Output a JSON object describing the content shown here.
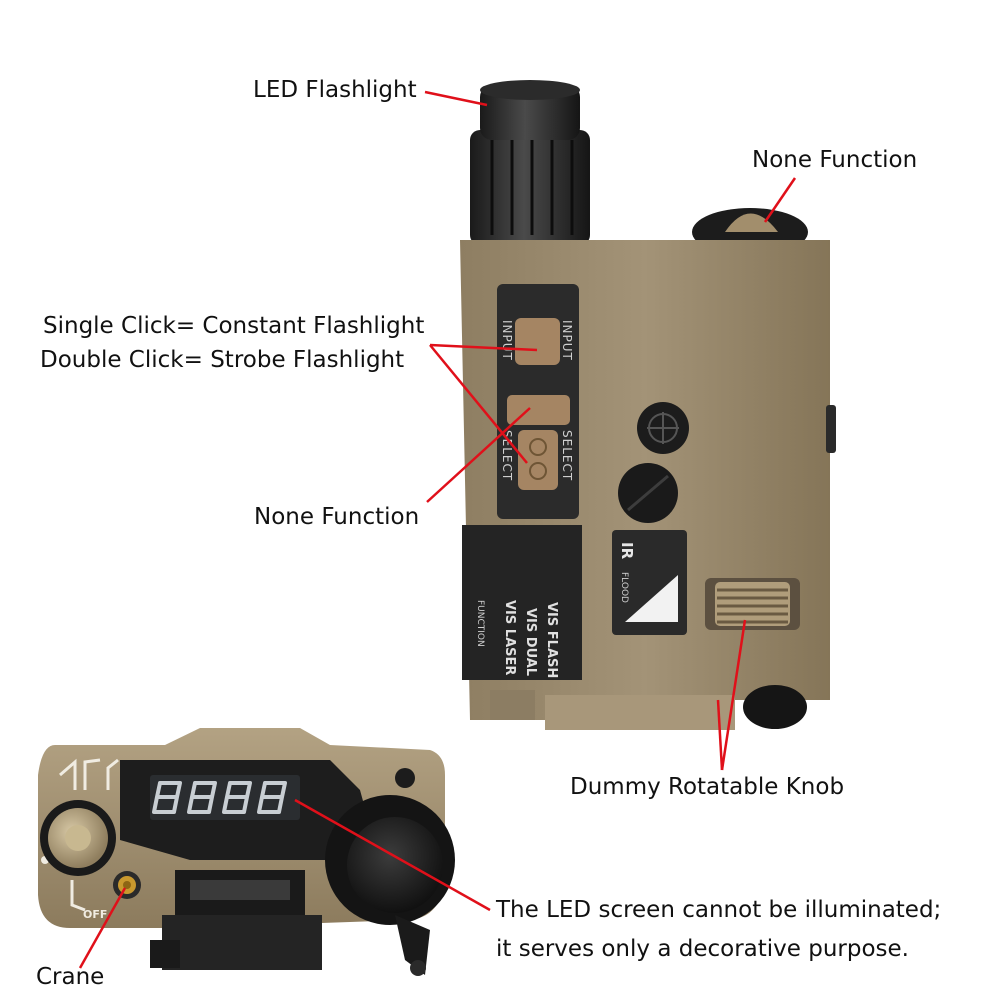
{
  "labels": {
    "led_flashlight": "LED Flashlight",
    "none_function_top": "None Function",
    "single_click": "Single Click= Constant Flashlight",
    "double_click": "Double Click= Strobe Flashlight",
    "none_function_mid": "None Function",
    "dummy_knob": "Dummy Rotatable Knob",
    "crane": "Crane",
    "led_screen_line1": "The LED screen cannot be illuminated;",
    "led_screen_line2": "it serves only a decorative purpose."
  },
  "device_markings": {
    "input_left": "INPUT",
    "input_right": "INPUT",
    "select_left": "SELECT",
    "select_right": "SELECT",
    "ir": "IR",
    "flood": "FLOOD",
    "vis_flash": "VIS FLASH",
    "vis_dual": "VIS DUAL",
    "vis_laser": "VIS LASER",
    "function": "FUNCTION",
    "off": "OFF"
  },
  "colors": {
    "body_tan": "#9a8a6e",
    "panel_black": "#2a2a2a",
    "button_tan": "#a58563",
    "pointer_red": "#e0101a",
    "segment_display": "#c8ced3"
  }
}
